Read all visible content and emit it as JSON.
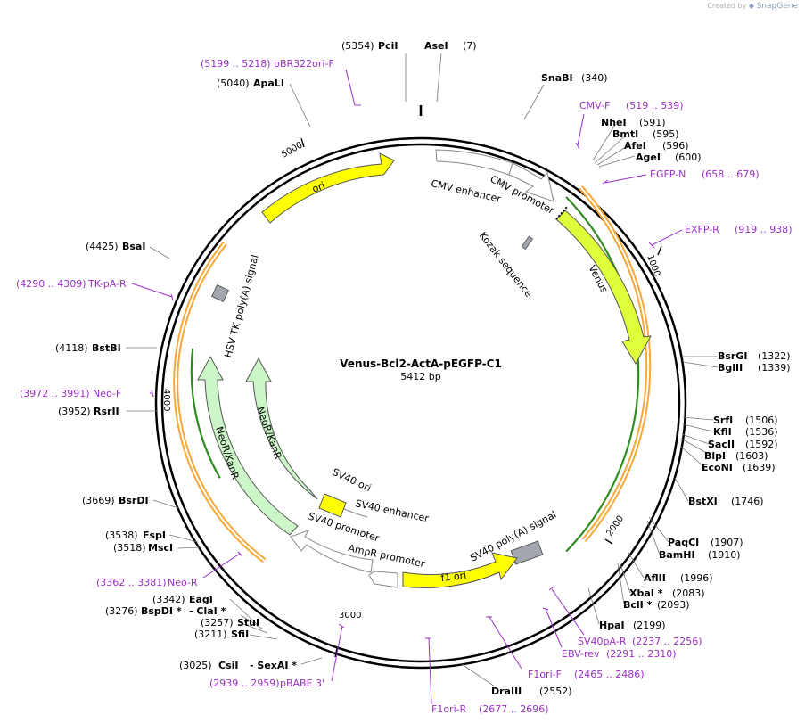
{
  "credit": {
    "created_by": "Created by",
    "brand": "SnapGene"
  },
  "plasmid": {
    "name": "Venus-Bcl2-ActA-pEGFP-C1",
    "length_label": "5412 bp",
    "length": 5412
  },
  "tick_labels": [
    "1000",
    "2000",
    "3000",
    "4000",
    "5000"
  ],
  "sites": [
    {
      "id": "pcii",
      "pos": "(5354)",
      "name": "PciI",
      "side": "left"
    },
    {
      "id": "asei",
      "pos": "(7)",
      "name": "AseI",
      "side": "right"
    },
    {
      "id": "snabi",
      "pos": "(340)",
      "name": "SnaBI",
      "side": "right"
    },
    {
      "id": "nhei",
      "pos": "(591)",
      "name": "NheI",
      "side": "right"
    },
    {
      "id": "bmti",
      "pos": "(595)",
      "name": "BmtI",
      "side": "right"
    },
    {
      "id": "afei",
      "pos": "(596)",
      "name": "AfeI",
      "side": "right"
    },
    {
      "id": "agei",
      "pos": "(600)",
      "name": "AgeI",
      "side": "right"
    },
    {
      "id": "bsrgi",
      "pos": "(1322)",
      "name": "BsrGI",
      "side": "right"
    },
    {
      "id": "bglii",
      "pos": "(1339)",
      "name": "BglII",
      "side": "right"
    },
    {
      "id": "srfi",
      "pos": "(1506)",
      "name": "SrfI",
      "side": "right"
    },
    {
      "id": "kfli",
      "pos": "(1536)",
      "name": "KflI",
      "side": "right"
    },
    {
      "id": "sacii",
      "pos": "(1592)",
      "name": "SacII",
      "side": "right"
    },
    {
      "id": "blpi",
      "pos": "(1603)",
      "name": "BlpI",
      "side": "right"
    },
    {
      "id": "econi",
      "pos": "(1639)",
      "name": "EcoNI",
      "side": "right"
    },
    {
      "id": "bstxi",
      "pos": "(1746)",
      "name": "BstXI",
      "side": "right"
    },
    {
      "id": "paqci",
      "pos": "(1907)",
      "name": "PaqCI",
      "side": "right"
    },
    {
      "id": "bamhi",
      "pos": "(1910)",
      "name": "BamHI",
      "side": "right"
    },
    {
      "id": "aflii",
      "pos": "(1996)",
      "name": "AflII",
      "side": "right"
    },
    {
      "id": "xbai",
      "pos": "(2083)",
      "name": "XbaI *",
      "side": "right"
    },
    {
      "id": "bcli",
      "pos": "(2093)",
      "name": "BclI *",
      "side": "right"
    },
    {
      "id": "hpai",
      "pos": "(2199)",
      "name": "HpaI",
      "side": "right"
    },
    {
      "id": "draiii",
      "pos": "(2552)",
      "name": "DraIII",
      "side": "right"
    },
    {
      "id": "csi",
      "pos": "(3025)",
      "name": "CsiI",
      "side": "left"
    },
    {
      "id": "sexai",
      "pos": "",
      "name": "- SexAI *",
      "side": "right"
    },
    {
      "id": "sfii",
      "pos": "(3211)",
      "name": "SfiI",
      "side": "left"
    },
    {
      "id": "stui",
      "pos": "(3257)",
      "name": "StuI",
      "side": "left"
    },
    {
      "id": "bspdi",
      "pos": "(3276)",
      "name": "BspDI *",
      "side": "left"
    },
    {
      "id": "clai",
      "pos": "",
      "name": "- ClaI *",
      "side": "right"
    },
    {
      "id": "eagi",
      "pos": "(3342)",
      "name": "EagI",
      "side": "left"
    },
    {
      "id": "msci",
      "pos": "(3518)",
      "name": "MscI",
      "side": "left"
    },
    {
      "id": "fspi",
      "pos": "(3538)",
      "name": "FspI",
      "side": "left"
    },
    {
      "id": "bsrdi",
      "pos": "(3669)",
      "name": "BsrDI",
      "side": "left"
    },
    {
      "id": "rsrii",
      "pos": "(3952)",
      "name": "RsrII",
      "side": "left"
    },
    {
      "id": "bstbi",
      "pos": "(4118)",
      "name": "BstBI",
      "side": "left"
    },
    {
      "id": "bsai",
      "pos": "(4425)",
      "name": "BsaI",
      "side": "left"
    },
    {
      "id": "apali",
      "pos": "(5040)",
      "name": "ApaLI",
      "side": "left"
    }
  ],
  "primers": [
    {
      "id": "pbr322ori-f",
      "range": "(5199 .. 5218)",
      "name": "pBR322ori-F",
      "side": "left"
    },
    {
      "id": "cmv-f",
      "range": "(519 .. 539)",
      "name": "CMV-F",
      "side": "right"
    },
    {
      "id": "egfp-n",
      "range": "(658 .. 679)",
      "name": "EGFP-N",
      "side": "right"
    },
    {
      "id": "exfp-r",
      "range": "(919 .. 938)",
      "name": "EXFP-R",
      "side": "right"
    },
    {
      "id": "sv40pa-r",
      "range": "(2237 .. 2256)",
      "name": "SV40pA-R",
      "side": "right"
    },
    {
      "id": "ebv-rev",
      "range": "(2291 .. 2310)",
      "name": "EBV-rev",
      "side": "right"
    },
    {
      "id": "f1ori-f",
      "range": "(2465 .. 2486)",
      "name": "F1ori-F",
      "side": "right"
    },
    {
      "id": "f1ori-r",
      "range": "(2677 .. 2696)",
      "name": "F1ori-R",
      "side": "right"
    },
    {
      "id": "pbabe3",
      "range": "(2939 .. 2959)",
      "name": "pBABE 3'",
      "side": "right"
    },
    {
      "id": "neo-r",
      "range": "(3362 .. 3381)",
      "name": "Neo-R",
      "side": "right"
    },
    {
      "id": "neo-f",
      "range": "(3972 .. 3991)",
      "name": "Neo-F",
      "side": "right"
    },
    {
      "id": "tk-pa-r",
      "range": "(4290 .. 4309)",
      "name": "TK-pA-R",
      "side": "right"
    }
  ],
  "features": {
    "cmv_enhancer": "CMV enhancer",
    "cmv_promoter": "CMV promoter",
    "kozak": "Kozak sequence",
    "venus": "Venus",
    "sv40_polya": "SV40 poly(A) signal",
    "f1_ori": "f1 ori",
    "ampr_promoter": "AmpR promoter",
    "sv40_promoter": "SV40 promoter",
    "sv40_enhancer": "SV40 enhancer",
    "sv40_ori": "SV40 ori",
    "neor_inner": "NeoR/KanR",
    "neor_outer": "NeoR/KanR",
    "hsv_tk": "HSV TK poly(A) signal",
    "ori": "ori"
  },
  "colors": {
    "yellow": "#ffff00",
    "venus": "#dfff3a",
    "light_green": "#ccf5c8",
    "white_feature": "#ffffff",
    "gray_box": "#a3a8b0",
    "primer": "#9b30c8",
    "orange": "#f7a838",
    "green": "#2e8b1e"
  }
}
